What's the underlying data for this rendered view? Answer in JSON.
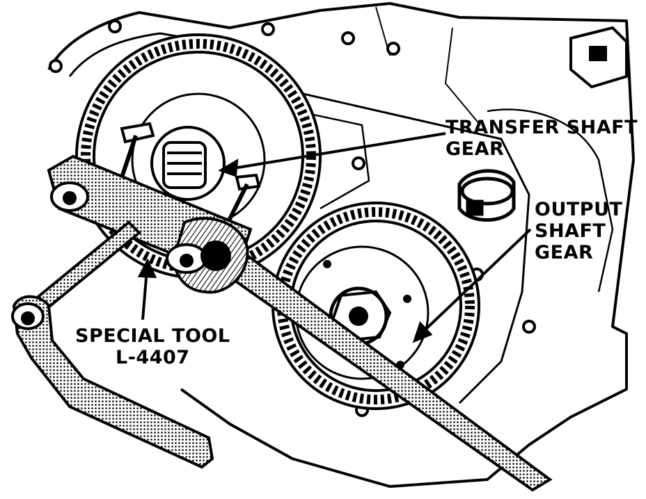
{
  "labels": {
    "transfer_shaft_gear": {
      "line1": "TRANSFER SHAFT",
      "line2": "GEAR"
    },
    "output_shaft_gear": {
      "line1": "OUTPUT",
      "line2": "SHAFT",
      "line3": "GEAR"
    },
    "special_tool": {
      "line1": "SPECIAL TOOL",
      "line2": "L-4407"
    }
  },
  "colors": {
    "ink": "#000000",
    "paper": "#ffffff",
    "shade": "#9a9a9a"
  }
}
